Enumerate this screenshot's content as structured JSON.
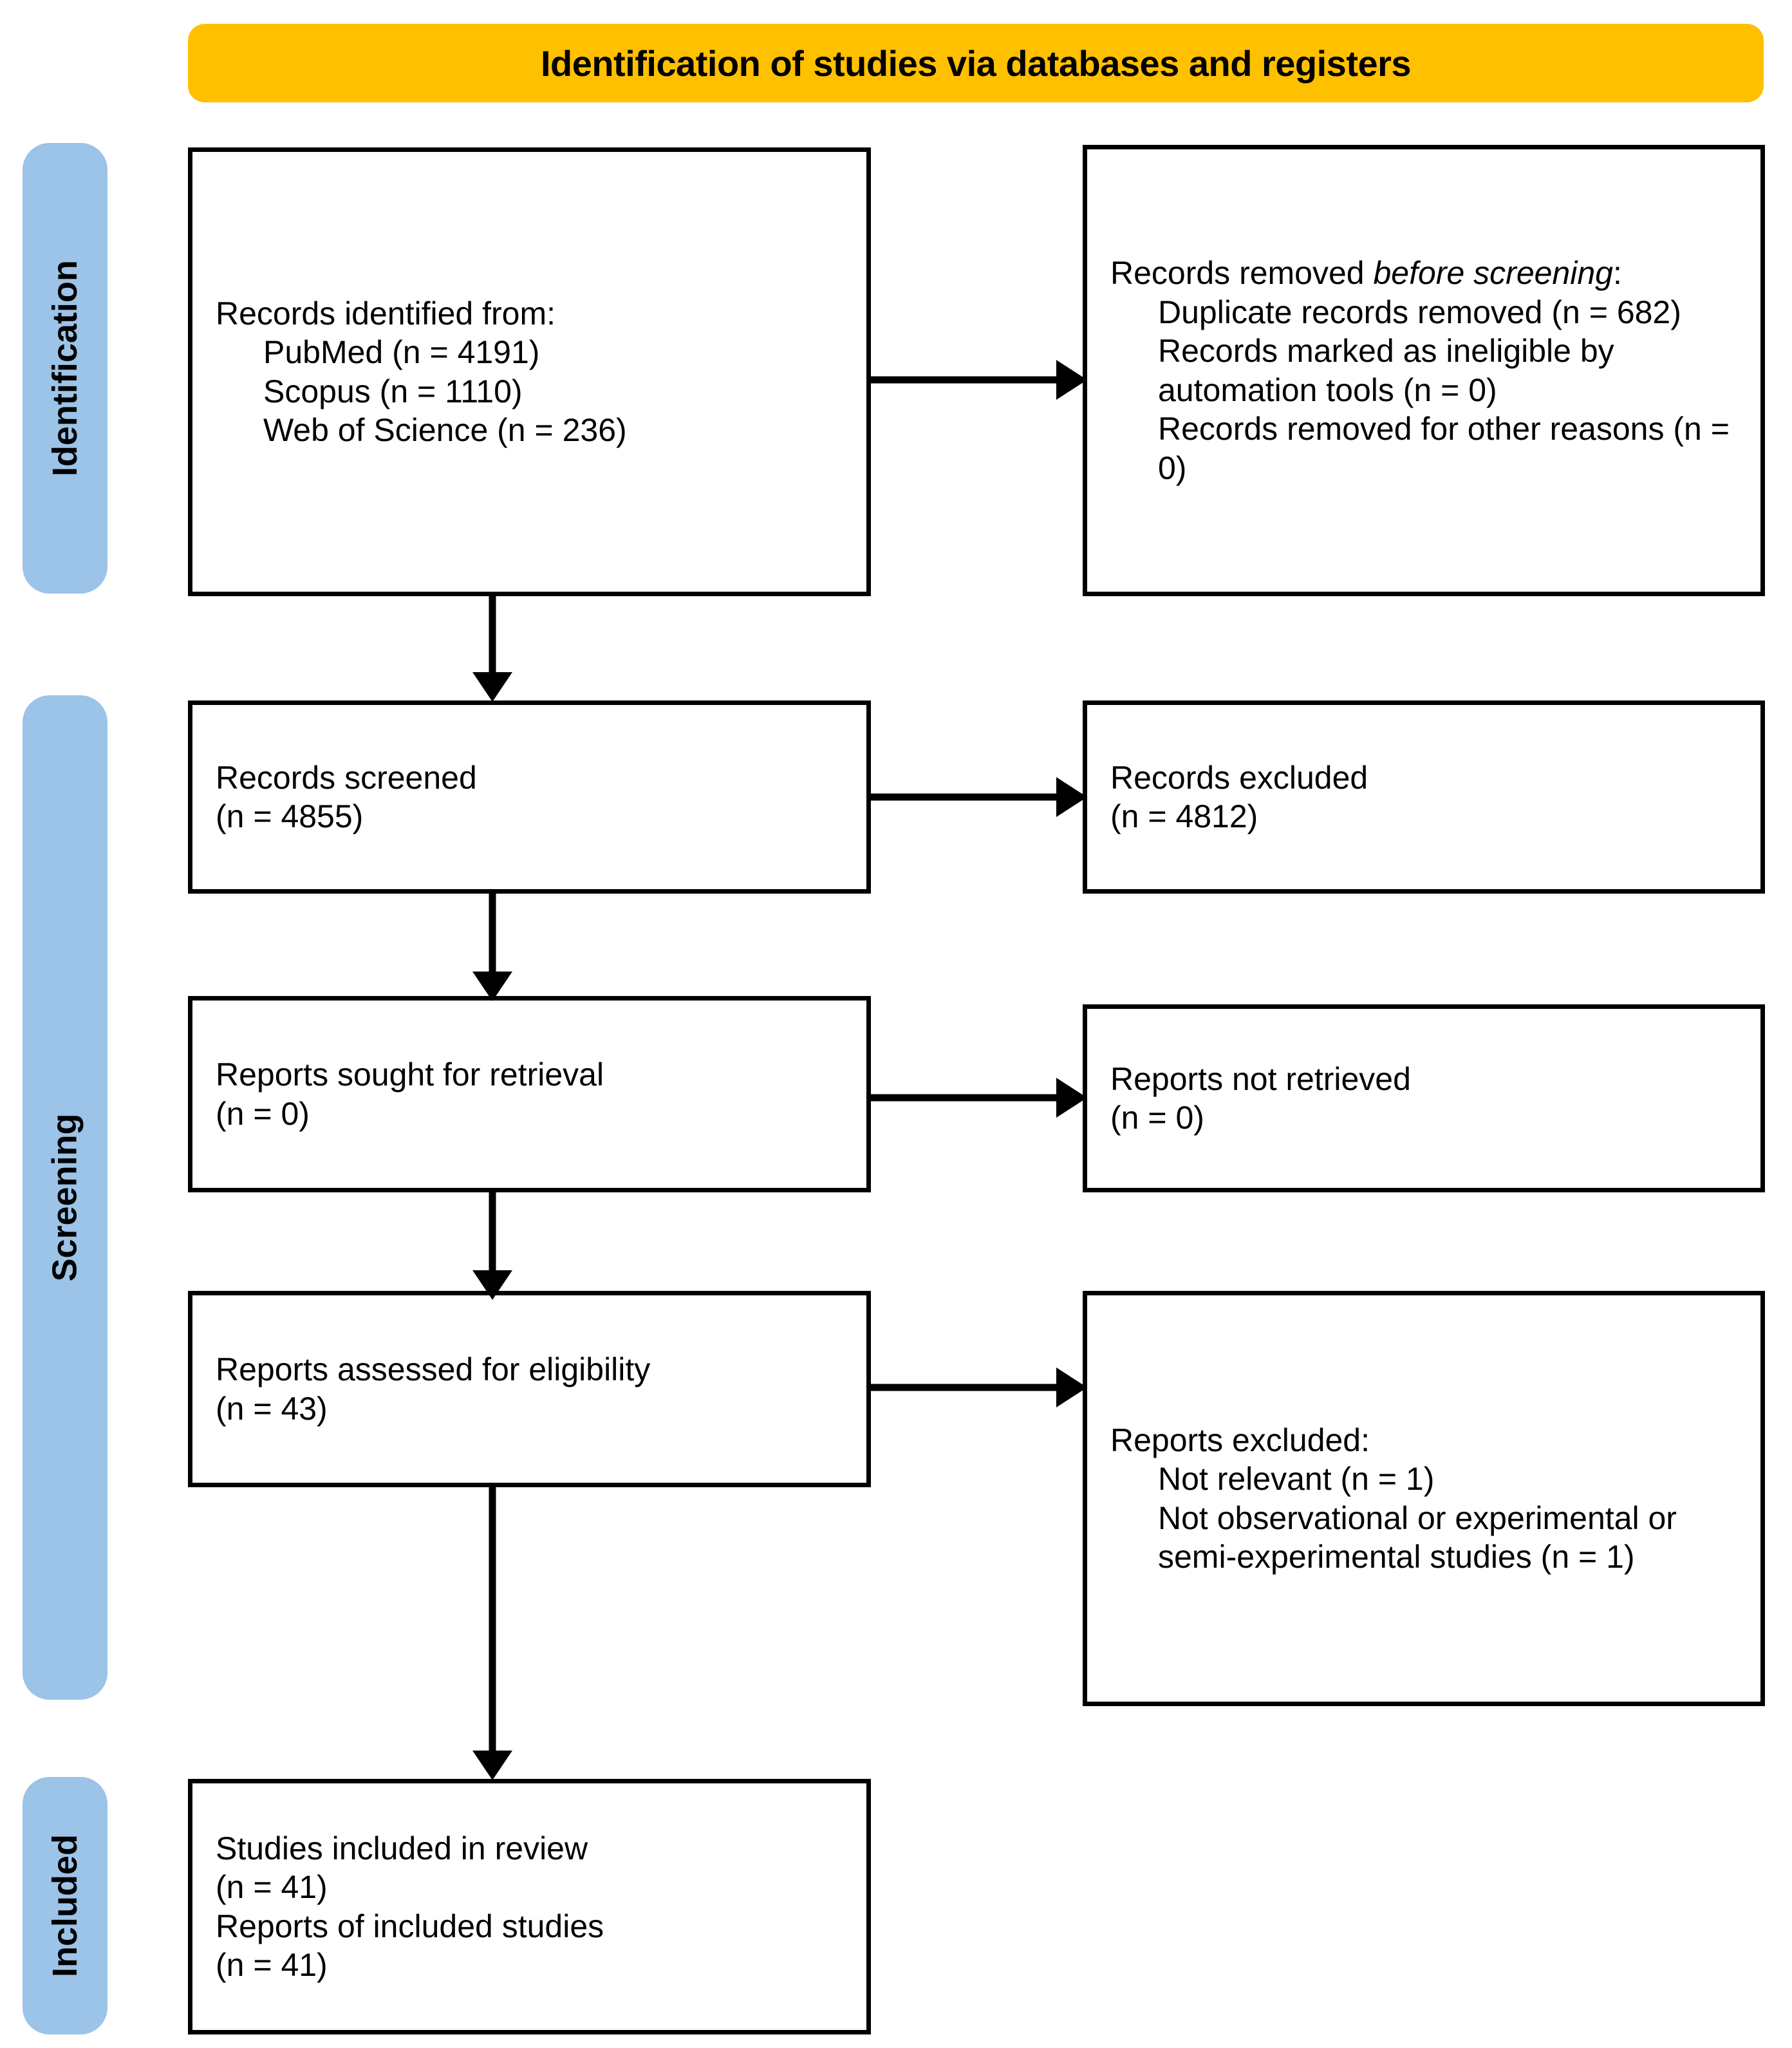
{
  "header": {
    "title": "Identification of studies via databases and registers",
    "color": "#FFC000"
  },
  "stages": {
    "identification": "Identification",
    "screening": "Screening",
    "included": "Included",
    "color": "#9CC3E8"
  },
  "boxes": {
    "identified": {
      "title": "Records identified from:",
      "items": [
        "PubMed (n = 4191)",
        "Scopus (n = 1110)",
        "Web of Science (n = 236)"
      ]
    },
    "removed": {
      "title_lead": "Records removed ",
      "title_italic": "before screening",
      "title_tail": ":",
      "items": [
        "Duplicate records removed (n = 682)",
        "Records marked as ineligible by automation tools (n = 0)",
        "Records removed for other reasons (n = 0)"
      ]
    },
    "screened": {
      "line1": "Records screened",
      "line2": "(n = 4855)"
    },
    "excluded": {
      "line1": "Records excluded",
      "line2": "(n = 4812)"
    },
    "sought": {
      "line1": "Reports sought for retrieval",
      "line2": "(n = 0)"
    },
    "not_retrieved": {
      "line1": "Reports not retrieved",
      "line2": "(n = 0)"
    },
    "assessed": {
      "line1": "Reports assessed for eligibility",
      "line2": "(n = 43)"
    },
    "reports_excluded": {
      "title": "Reports excluded:",
      "items": [
        "Not relevant (n = 1)",
        "Not observational or experimental or semi-experimental studies (n = 1)"
      ]
    },
    "included": {
      "line1": "Studies included in review",
      "line2": "(n = 41)",
      "line3": "Reports of included studies",
      "line4": "(n = 41)"
    }
  }
}
